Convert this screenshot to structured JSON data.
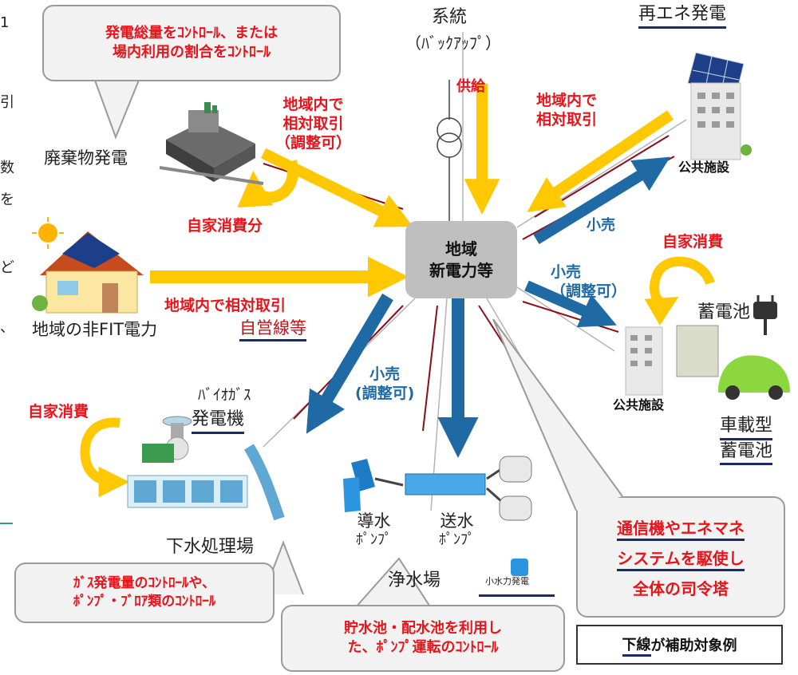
{
  "callouts": {
    "top_left": [
      "発電総量をｺﾝﾄﾛｰﾙ、または",
      "場内利用の割合をｺﾝﾄﾛｰﾙ"
    ],
    "bottom_left": [
      "ｶﾞｽ発電量のｺﾝﾄﾛｰﾙや、",
      "ﾎﾟﾝﾌﾟ・ﾌﾞﾛｱ類のｺﾝﾄﾛｰﾙ"
    ],
    "bottom_center": [
      "貯水池・配水池を利用し",
      "た、ﾎﾟﾝﾌﾟ運転のｺﾝﾄﾛｰﾙ"
    ],
    "bottom_right": [
      "通信機やエネマネ",
      "システムを駆使し",
      "全体の司令塔"
    ]
  },
  "hub": {
    "line1": "地域",
    "line2": "新電力等"
  },
  "nodes": {
    "grid_line1": "系統",
    "grid_line2": "（ﾊﾞｯｸｱｯﾌﾟ）",
    "renewable": "再エネ発電",
    "waste": "廃棄物発電",
    "nonfit": "地域の非FIT電力",
    "public1": "公共施設",
    "public2": "公共施設",
    "battery": "蓄電池",
    "ev_line1": "車載型",
    "ev_line2": "蓄電池",
    "biogas_line1": "ﾊﾞｲｵｶﾞｽ",
    "biogas_line2": "発電機",
    "sewage": "下水処理場",
    "intake_line1": "導水",
    "intake_line2": "ﾎﾟﾝﾌﾟ",
    "send_line1": "送水",
    "send_line2": "ﾎﾟﾝﾌﾟ",
    "water_plant": "浄水場",
    "small_hydro": "小水力発電",
    "private_line": "自営線等"
  },
  "flows": {
    "supply": "供給",
    "trade_left_line1": "地域内で",
    "trade_left_line2": "相対取引",
    "trade_left_line3": "（調整可）",
    "trade_right_line1": "地域内で",
    "trade_right_line2": "相対取引",
    "self_consume_part": "自家消費分",
    "trade_mid": "地域内で相対取引",
    "retail_top": "小売",
    "retail_adj_line1": "小売",
    "retail_adj_line2": "（調整可）",
    "retail_bottom_line1": "小売",
    "retail_bottom_line2": "(調整可)",
    "self_consume_right": "自家消費",
    "self_consume_left": "自家消費"
  },
  "legend": {
    "underline_word": "下線",
    "rest": "が補助対象例"
  },
  "colors": {
    "yellow": "#ffc800",
    "blue": "#1f6aa5",
    "red": "#e8141b",
    "dark_red": "#8b0d1a"
  },
  "edge_marks": [
    "1",
    "引",
    "数",
    "を",
    "ど",
    "、"
  ]
}
